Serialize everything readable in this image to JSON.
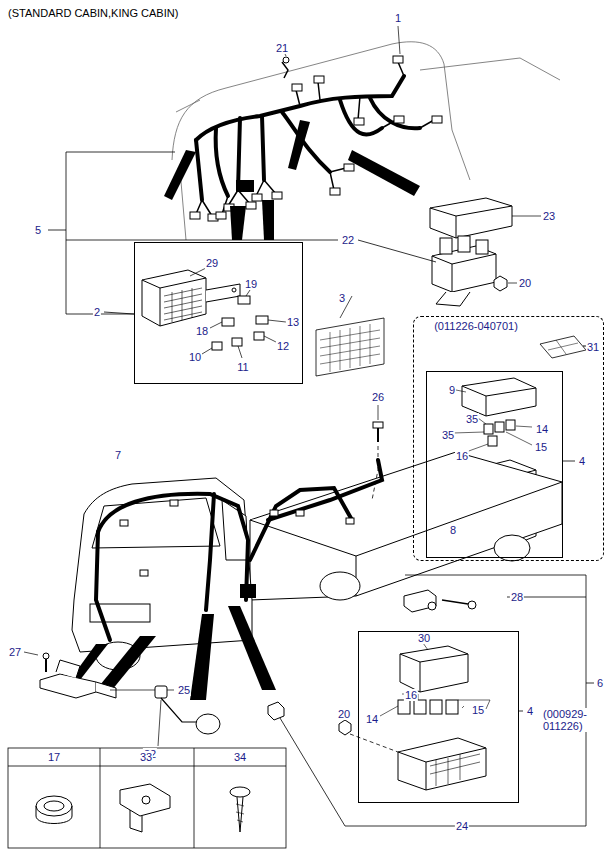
{
  "diagram": {
    "title": "(STANDARD CABIN,KING CABIN)",
    "nodes": [
      {
        "text": [
          "29",
          "19",
          "18",
          "13",
          "10",
          "11",
          "12"
        ]
      },
      {
        "text": [
          "(011226-040701)",
          "31"
        ]
      },
      {
        "text": [
          "9",
          "35",
          "14",
          "35",
          "15",
          "16",
          "8"
        ],
        "in": 1
      },
      {
        "text": [
          "30",
          "16",
          "14",
          "15"
        ]
      }
    ],
    "labels": [
      "1",
      "21",
      "5",
      "23",
      "22",
      "20",
      "2",
      "3",
      "26",
      "7",
      "4",
      "28",
      "27",
      "25",
      "32",
      "6",
      "4",
      "(000929- 011226)",
      "20",
      "24",
      "17",
      "33",
      "34"
    ]
  }
}
